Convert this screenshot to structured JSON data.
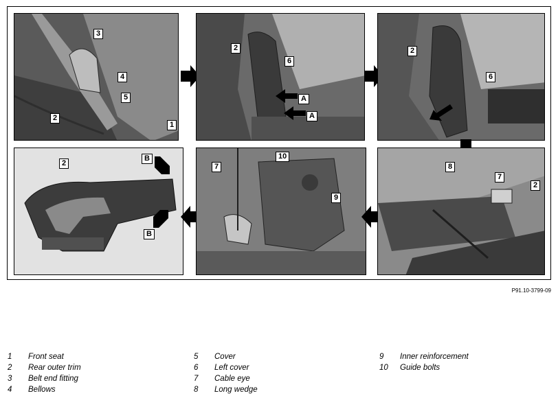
{
  "figure_code": "P91.10-3799-09",
  "callouts": {
    "p1": {
      "c3": "3",
      "c4": "4",
      "c5": "5",
      "c2": "2",
      "c1": "1"
    },
    "p2": {
      "c2": "2",
      "c6": "6",
      "cA1": "A",
      "cA2": "A"
    },
    "p3": {
      "c2": "2",
      "c6": "6"
    },
    "p4": {
      "c2": "2",
      "cB1": "B",
      "cB2": "B"
    },
    "p5": {
      "c7": "7",
      "c10": "10",
      "c9": "9"
    },
    "p6": {
      "c8": "8",
      "c7": "7",
      "c2": "2"
    }
  },
  "legend": [
    {
      "num": "1",
      "text": "Front seat"
    },
    {
      "num": "2",
      "text": "Rear outer trim"
    },
    {
      "num": "3",
      "text": "Belt end fitting"
    },
    {
      "num": "4",
      "text": "Bellows"
    },
    {
      "num": "5",
      "text": "Cover"
    },
    {
      "num": "6",
      "text": "Left cover"
    },
    {
      "num": "7",
      "text": "Cable eye"
    },
    {
      "num": "8",
      "text": "Long wedge"
    },
    {
      "num": "9",
      "text": "Inner reinforcement"
    },
    {
      "num": "10",
      "text": "Guide bolts"
    }
  ],
  "colors": {
    "photo_dark": "#3a3a3a",
    "photo_mid": "#7a7a7a",
    "photo_light": "#c8c8c8",
    "arrow": "#000000"
  }
}
